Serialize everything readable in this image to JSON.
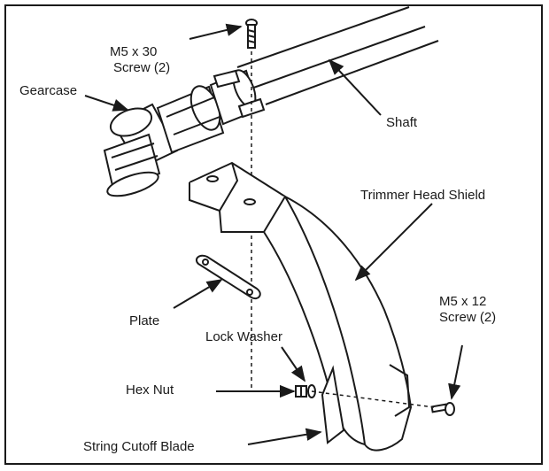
{
  "labels": {
    "m5x30_line1": "M5 x 30",
    "m5x30_line2": "Screw (2)",
    "gearcase": "Gearcase",
    "shaft": "Shaft",
    "shield": "Trimmer Head Shield",
    "plate": "Plate",
    "lock_washer": "Lock Washer",
    "m5x12_line1": "M5 x 12",
    "m5x12_line2": "Screw (2)",
    "hex_nut": "Hex Nut",
    "blade": "String Cutoff Blade"
  },
  "colors": {
    "ink": "#1a1a1a",
    "paper": "#ffffff"
  }
}
